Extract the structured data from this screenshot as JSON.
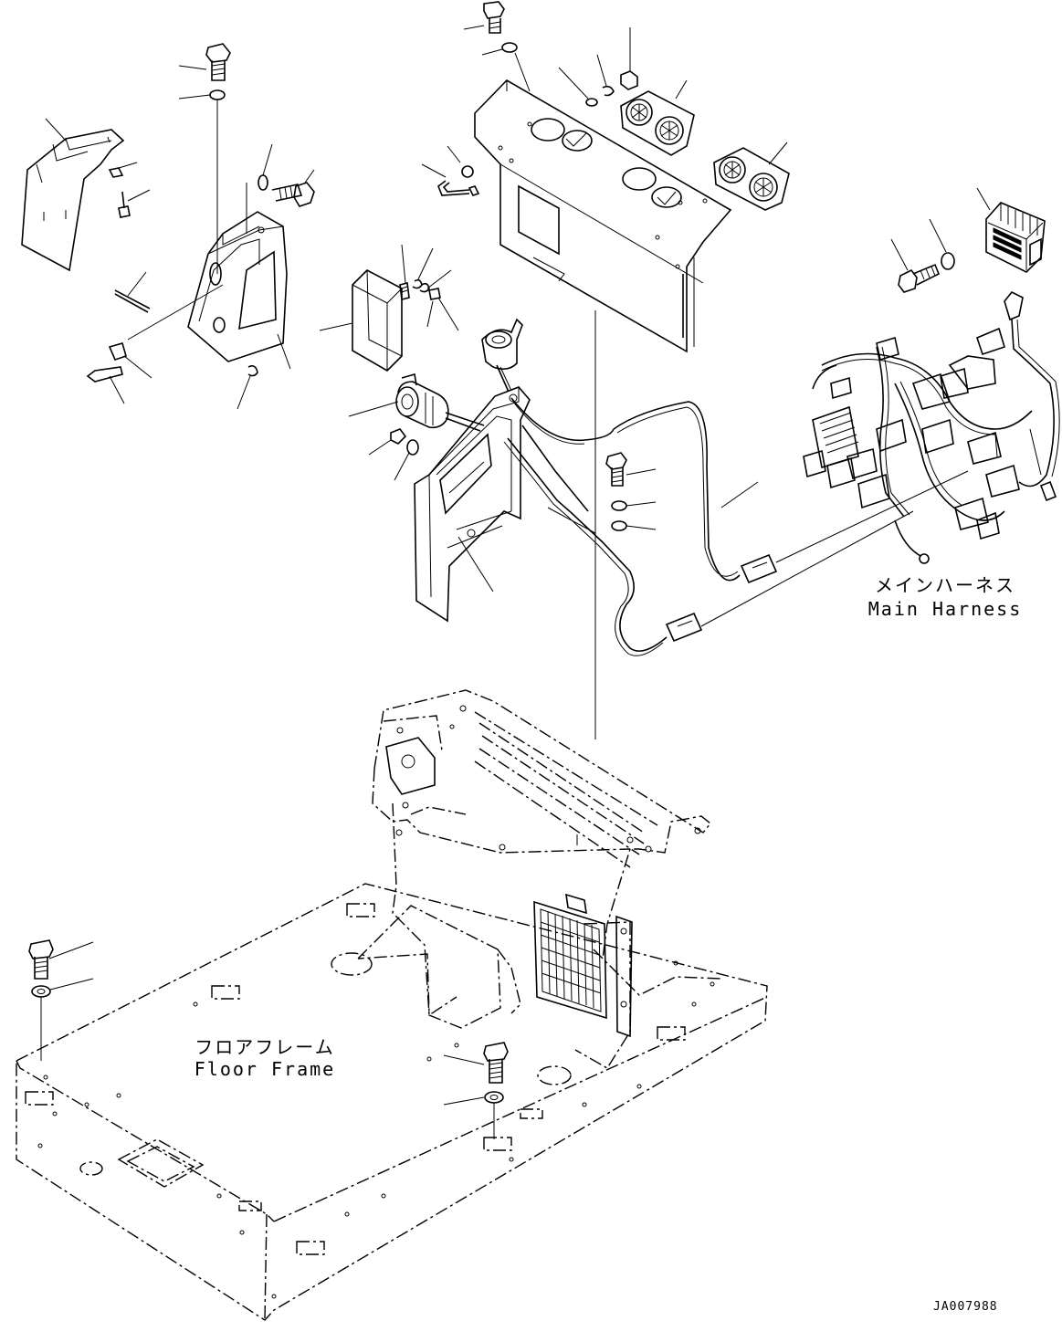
{
  "labels": {
    "main_harness_jp": "メインハーネス",
    "main_harness_en": "Main Harness",
    "floor_frame_jp": "フロアフレーム",
    "floor_frame_en": "Floor Frame"
  },
  "drawing_code": "JA007988"
}
